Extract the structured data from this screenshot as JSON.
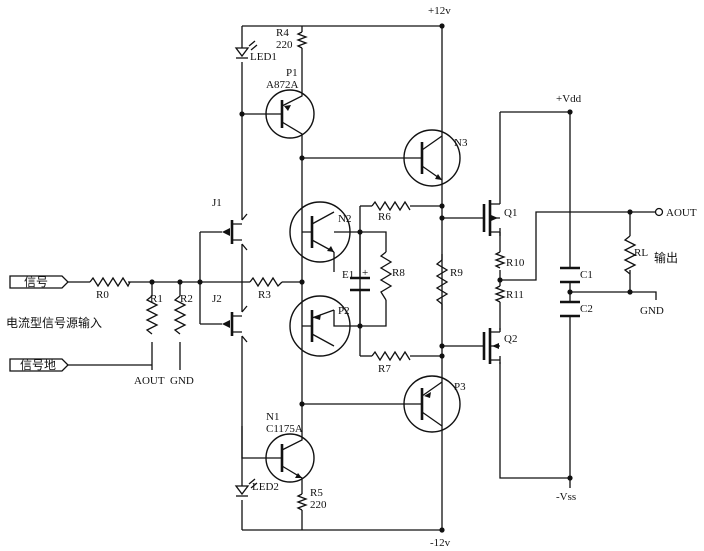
{
  "rails": {
    "pos12": "+12v",
    "neg12": "-12v",
    "vdd": "+Vdd",
    "vss": "-Vss"
  },
  "components": {
    "r0": "R0",
    "r1": "R1",
    "r2": "R2",
    "r3": "R3",
    "r4": "R4",
    "r4_val": "220",
    "r5": "R5",
    "r5_val": "220",
    "r6": "R6",
    "r7": "R7",
    "r8": "R8",
    "r9": "R9",
    "r10": "R10",
    "r11": "R11",
    "rl": "RL",
    "c1": "C1",
    "c2": "C2",
    "e1": "E1",
    "e1_plus": "+",
    "led1": "LED1",
    "led2": "LED2",
    "p1": "P1",
    "p1_part": "A872A",
    "n1": "N1",
    "n1_part": "C1175A",
    "n2": "N2",
    "p2": "P2",
    "n3": "N3",
    "p3": "P3",
    "q1": "Q1",
    "q2": "Q2",
    "j1": "J1",
    "j2": "J2"
  },
  "terminals": {
    "signal": "信号",
    "signal_ground": "信号地",
    "input_desc": "电流型信号源输入",
    "aout_left": "AOUT",
    "gnd_left": "GND",
    "aout_right": "AOUT",
    "output_desc": "输出",
    "gnd_right": "GND"
  }
}
